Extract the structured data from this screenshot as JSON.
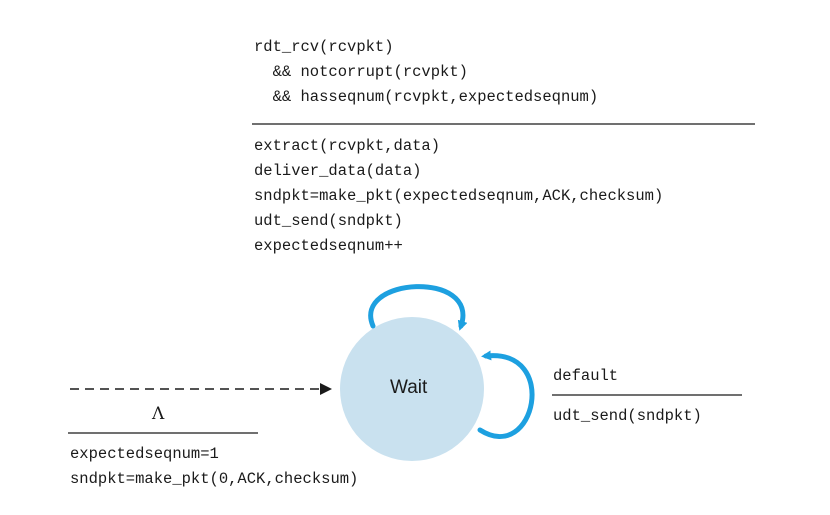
{
  "state": {
    "name": "Wait",
    "fill_color": "#c9e1ef"
  },
  "arrow_color": "#1da0e0",
  "top_transition": {
    "event": [
      "rdt_rcv(rcvpkt)",
      "  && notcorrupt(rcvpkt)",
      "  && hasseqnum(rcvpkt,expectedseqnum)"
    ],
    "actions": [
      "extract(rcvpkt,data)",
      "deliver_data(data)",
      "sndpkt=make_pkt(expectedseqnum,ACK,checksum)",
      "udt_send(sndpkt)",
      "expectedseqnum++"
    ]
  },
  "right_transition": {
    "event": "default",
    "action": "udt_send(sndpkt)"
  },
  "initial_transition": {
    "event": "Λ",
    "actions": [
      "expectedseqnum=1",
      "sndpkt=make_pkt(0,ACK,checksum)"
    ]
  }
}
